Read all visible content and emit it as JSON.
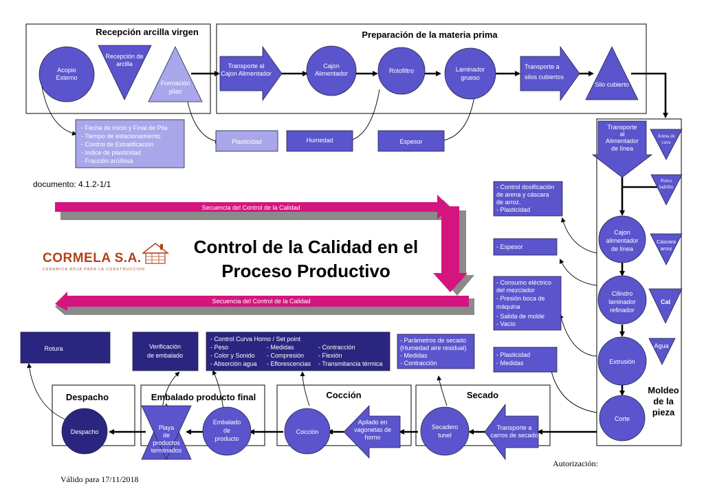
{
  "colors": {
    "medium": "#5a55cc",
    "light": "#a9a6ea",
    "dark": "#2a2680",
    "magenta": "#d4157f",
    "brand_red": "#b5401a"
  },
  "sections": {
    "reception": "Recepción arcilla virgen",
    "preparation": "Preparación de la materia prima",
    "dispatch": "Despacho",
    "packaging": "Embalado producto final",
    "firing": "Cocción",
    "drying": "Secado",
    "molding": [
      "Moldeo",
      "de la",
      "pieza"
    ]
  },
  "nodes": {
    "acopio": [
      "Acopio",
      "Externo"
    ],
    "recepcion": [
      "Recepción de",
      "arcilla"
    ],
    "formacion": [
      "Formación",
      "pilas"
    ],
    "transporte_cajon": [
      "Transporte al",
      "Cajon Alimentador"
    ],
    "cajon": [
      "Cajon",
      "Alimentador"
    ],
    "rotofiltro": [
      "Rotofiltro"
    ],
    "laminador": [
      "Laminador",
      "grueso"
    ],
    "transporte_silos": [
      "Transporte a",
      "silos cubiertos"
    ],
    "silo": [
      "Silo cubierto"
    ],
    "transporte_linea": [
      "Transporte",
      "al",
      "Alimentador",
      "de línea"
    ],
    "arena": [
      "Arena de",
      "cava"
    ],
    "polvo": [
      "Polvo",
      "ladrillo"
    ],
    "cajon_linea": [
      "Cajon",
      "alimentador",
      "de línea"
    ],
    "cascara": [
      "Cáscara",
      "arroz"
    ],
    "cilindro": [
      "Cilindro",
      "laminador",
      "refinador"
    ],
    "cal": [
      "Cal"
    ],
    "extrusion": [
      "Extrusión"
    ],
    "agua": [
      "Agua"
    ],
    "corte": [
      "Corte"
    ],
    "transporte_carros": [
      "Transporte a",
      "carros de secado"
    ],
    "secadero": [
      "Secadero",
      "tunel"
    ],
    "apilado": [
      "Apilado en",
      "vagonetas de",
      "horno"
    ],
    "coccion": [
      "Cocción"
    ],
    "embalado": [
      "Embalado",
      "de",
      "producto"
    ],
    "playa": [
      "Playa",
      "de",
      "productos",
      "terminados"
    ],
    "despacho_node": [
      "Despacho"
    ]
  },
  "controls": {
    "pila": [
      "- Fecha de Inicio y Final de Pila",
      "- Tiempo de estacionamiento",
      "- Control de Estratificación",
      "- Indice de plasticidad",
      "- Fracción arcillosa"
    ],
    "plasticidad": [
      "Plasticidad"
    ],
    "humedad": [
      "Humedad"
    ],
    "espesor": [
      "Espesor"
    ],
    "dosificacion": [
      "- Control dosificación",
      "  de arena y cáscara",
      "  de arroz.",
      "- Plasticidad"
    ],
    "espesor2": [
      "- Espesor"
    ],
    "consumo": [
      "- Consumo eléctrico",
      "  del mezclador",
      "- Presión boca de",
      "  máquina",
      "- Salida de molde",
      "- Vacío"
    ],
    "plasticidad2": [
      "- Plasticidad",
      "- Medidas"
    ],
    "secado_params": [
      "- Parámetros de secado",
      "  (Humedad aire residual)",
      "- Medidas",
      "- Contracción"
    ],
    "horno_col1": [
      "- Control Curva Horno / Set point",
      "- Peso",
      "- Color y Sonido",
      "- Absorción agua"
    ],
    "horno_col2": [
      "- Medidas",
      "- Compresión",
      "- Eflorescencias"
    ],
    "horno_col3": [
      "- Contracción",
      "- Flexión",
      "- Transmitancia térmica"
    ],
    "verificacion": [
      "Verificación",
      "de embalado"
    ],
    "rotura": [
      "Rotura"
    ]
  },
  "banners": {
    "top": "Secuencia del Control de la Calidad",
    "bottom": "Secuencia del Control de la Calidad"
  },
  "title": [
    "Control de la Calidad en el",
    "Proceso Productivo"
  ],
  "brand": {
    "name": "CORMELA S.A.",
    "tagline": "CERAMICA ROJA PARA LA CONSTRUCCION"
  },
  "document_label": "documento: 4.1.2-1/1",
  "authorization": "Autorización:",
  "valid": "Válido para 17/11/2018"
}
